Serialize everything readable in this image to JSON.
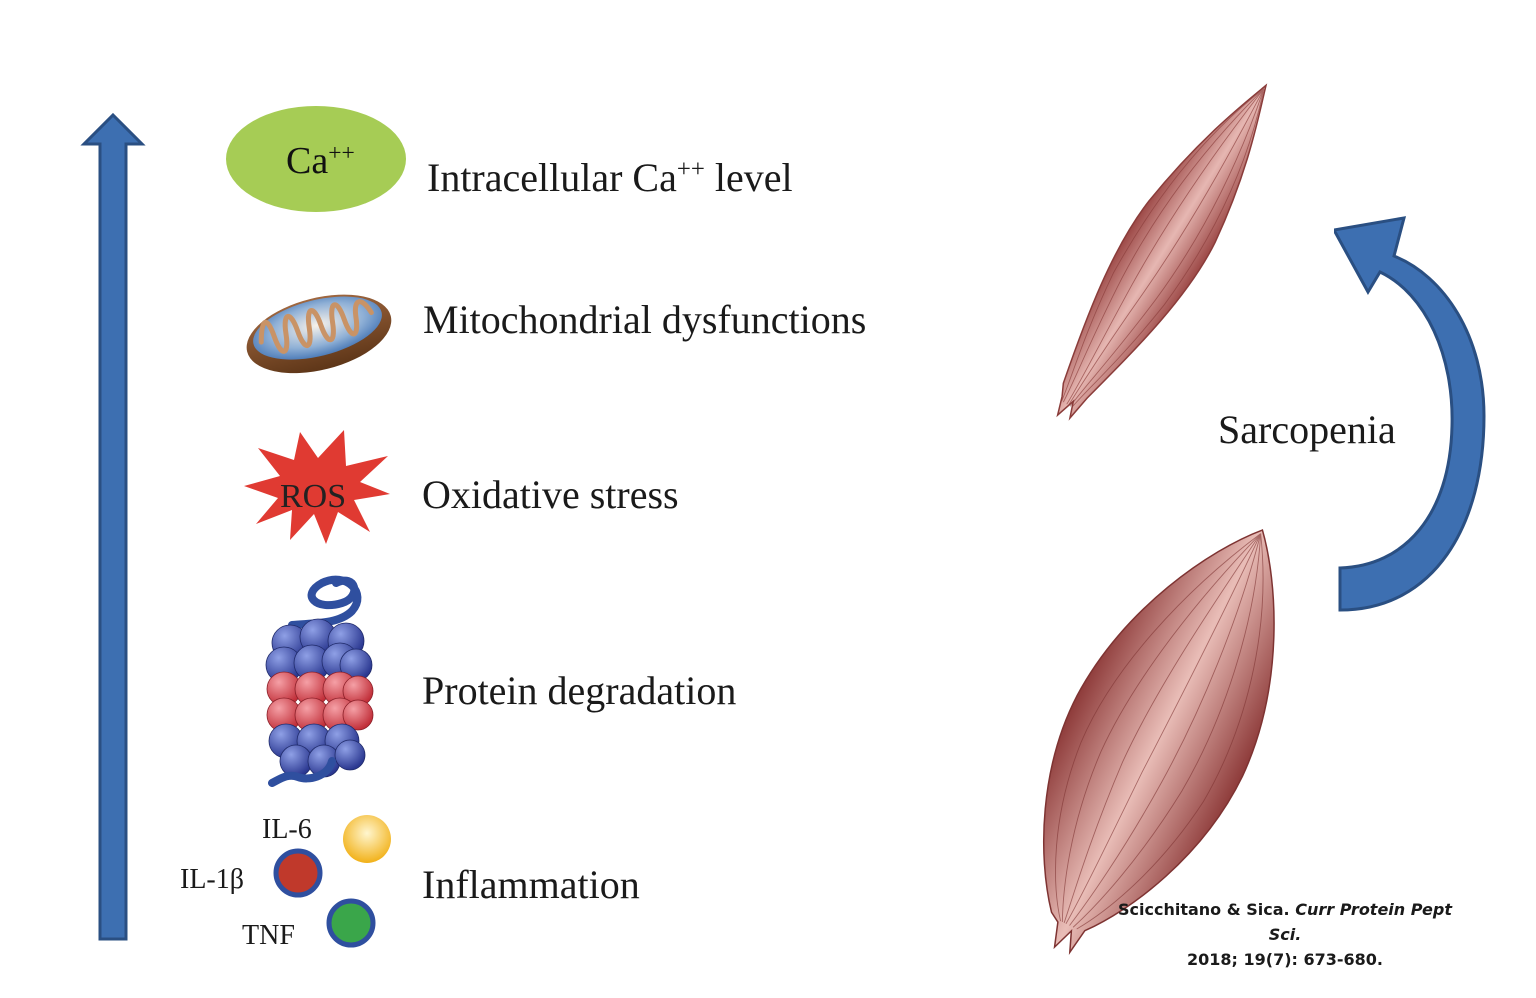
{
  "factors": [
    {
      "id": "calcium",
      "icon": "calcium-ion-icon",
      "icon_text": "Ca",
      "icon_sup": "++",
      "label_pre": "Intracellular Ca",
      "label_sup": "++",
      "label_post": " level"
    },
    {
      "id": "mitochondria",
      "icon": "mitochondrion-icon",
      "label": "Mitochondrial dysfunctions"
    },
    {
      "id": "ros",
      "icon": "ros-burst-icon",
      "icon_text": "ROS",
      "label": "Oxidative stress"
    },
    {
      "id": "proteasome",
      "icon": "proteasome-icon",
      "label": "Protein degradation"
    },
    {
      "id": "inflammation",
      "icon": "cytokines-icon",
      "label": "Inflammation",
      "cytokines": [
        {
          "name": "IL-6",
          "color": "#f6c944"
        },
        {
          "name": "IL-1β",
          "color": "#c0392b"
        },
        {
          "name": "TNF",
          "color": "#3aa64a"
        }
      ]
    }
  ],
  "sarcopenia_label": "Sarcopenia",
  "citation": {
    "authors": "Scicchitano & Sica.",
    "journal": "Curr Protein Pept Sci.",
    "details": "2018; 19(7): 673-680."
  },
  "colors": {
    "arrow_blue": "#3d6fb1",
    "arrow_blue_dark": "#2a4f82",
    "calcium_green": "#a6cc55",
    "ros_red": "#e03a32",
    "proteasome_blue": "#3b4aa8",
    "proteasome_red": "#d9454d",
    "muscle_red": "#b55a59",
    "cytokine_ring": "#2f4f9f"
  }
}
